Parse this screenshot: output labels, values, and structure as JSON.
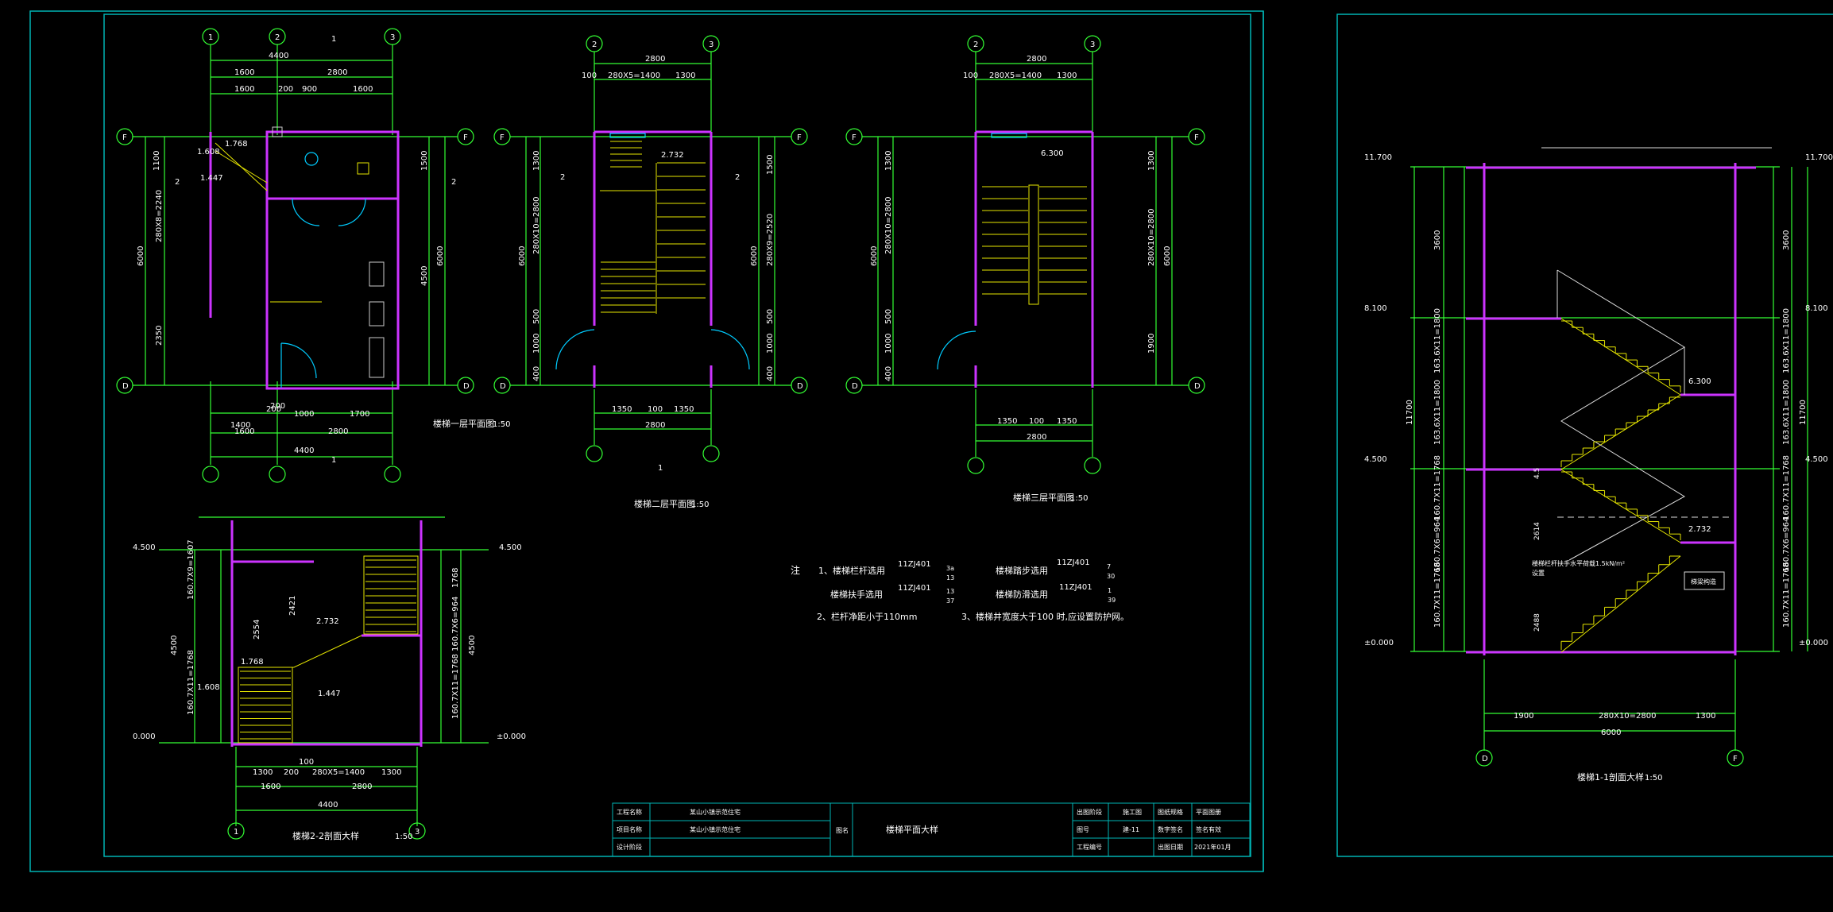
{
  "colors": {
    "background": "#000000",
    "frame": "#00c8c8",
    "dimension": "#33ff33",
    "wall": "#cc33ff",
    "stair": "#e6e600",
    "door": "#00c8ff",
    "text": "#ffffff",
    "axis": "#33ff33"
  },
  "plan1": {
    "title": "楼梯一层平面图",
    "scale": "1:50",
    "axes_top": [
      "1",
      "2",
      "3"
    ],
    "axes_side": [
      "F",
      "D"
    ],
    "dims_top": [
      "4400",
      "2800",
      "1600",
      "2800",
      "1600",
      "200",
      "900",
      "1600"
    ],
    "dims_bottom": [
      "1400",
      "200",
      "1000",
      "1700",
      "1600",
      "2800",
      "4400",
      "200"
    ],
    "dims_left": [
      "1100",
      "280X8=2240",
      "2350",
      "6000"
    ],
    "dims_right": [
      "1500",
      "4500",
      "6000"
    ],
    "levels": [
      "1.768",
      "1.608",
      "1.447"
    ],
    "section_marks": [
      "1",
      "2",
      "2",
      "1"
    ]
  },
  "plan2": {
    "title": "楼梯二层平面图",
    "scale": "1:50",
    "axes": [
      "2",
      "3"
    ],
    "axes_side": [
      "F",
      "D"
    ],
    "dims_top": [
      "2800",
      "280X5=1400",
      "1300",
      "100"
    ],
    "dims_bottom": [
      "1350",
      "100",
      "1350",
      "2800"
    ],
    "dims_left": [
      "1300",
      "280X10=2800",
      "500",
      "1000",
      "400",
      "6000"
    ],
    "dims_right": [
      "1500",
      "280X9=2520",
      "500",
      "1000",
      "400",
      "6000"
    ],
    "level": "2.732",
    "section_marks": [
      "2",
      "2",
      "1"
    ]
  },
  "plan3": {
    "title": "楼梯三层平面图",
    "scale": "1:50",
    "axes": [
      "2",
      "3"
    ],
    "axes_side": [
      "F",
      "D"
    ],
    "dims_top": [
      "2800",
      "280X5=1400",
      "1300",
      "100"
    ],
    "dims_bottom": [
      "1350",
      "100",
      "1350",
      "2800"
    ],
    "dims_left": [
      "1300",
      "280X10=2800",
      "500",
      "1000",
      "400",
      "6000"
    ],
    "dims_right": [
      "1300",
      "280X10=2800",
      "1900",
      "6000"
    ],
    "level": "6.300"
  },
  "section22": {
    "title": "楼梯2-2剖面大样",
    "scale": "1:50",
    "levels_left": [
      "4.500",
      "0.000"
    ],
    "levels_right": [
      "4.500",
      "±0.000"
    ],
    "dims_left": [
      "160.7X9=1607",
      "4500",
      "160.7X11=1768",
      "1.608"
    ],
    "dims_right": [
      "1768",
      "160.7X6=964",
      "4500",
      "160.7X11=1768"
    ],
    "dims_bottom": [
      "1300",
      "200",
      "280X5=1400",
      "1300",
      "1600",
      "2800",
      "4400",
      "100"
    ],
    "inner_levels": [
      "2.732",
      "1.768",
      "1.447"
    ],
    "inner_dims": [
      "2554",
      "2421"
    ],
    "axes": [
      "1",
      "3"
    ]
  },
  "notes": {
    "label": "注",
    "items": [
      {
        "text": "1、楼梯栏杆选用",
        "ref": "11ZJ401",
        "sym_top": "3a",
        "sym_bot": "13"
      },
      {
        "text": "楼梯踏步选用",
        "ref": "11ZJ401",
        "sym_top": "7",
        "sym_bot": "30"
      },
      {
        "text": "楼梯扶手选用",
        "ref": "11ZJ401",
        "sym_top": "13",
        "sym_bot": "37"
      },
      {
        "text": "楼梯防滑选用",
        "ref": "11ZJ401",
        "sym_top": "1",
        "sym_bot": "39"
      }
    ],
    "line2a": "2、栏杆净距小于",
    "line2b": "110mm",
    "line3a": "3、楼梯井宽度大于",
    "line3b": "100 时,应设置防护网。"
  },
  "title_block": {
    "project_label": "工程名称",
    "project_value": "某山小镇示范住宅",
    "item_label": "项目名称",
    "item_value": "某山小镇示范住宅",
    "stage_label": "设计阶段",
    "drawing_label": "图名",
    "drawing_name": "楼梯平面大样",
    "c1": "出图阶段",
    "c1v": "施工图",
    "c2": "图号",
    "c2v": "建-11",
    "c3": "工程编号",
    "d1": "图纸规格",
    "d1v": "平面图册",
    "d2": "数字签名",
    "d2v": "签名有效",
    "d3": "出图日期",
    "d3v": "2021年01月"
  },
  "section11": {
    "title": "楼梯1-1剖面大样",
    "scale": "1:50",
    "levels_left": [
      "11.700",
      "8.100",
      "4.500",
      "±0.000"
    ],
    "levels_right": [
      "11.700",
      "8.100",
      "4.500",
      "±0.000"
    ],
    "inner_levels": [
      "6.300",
      "2.732"
    ],
    "dims_left": [
      "3600",
      "163.6X11=1800",
      "11700",
      "163.6X11=1800",
      "160.7X11=1768",
      "160.7X6=964",
      "160.7X11=1768"
    ],
    "dims_right": [
      "3600",
      "163.6X11=1800",
      "11700",
      "163.6X11=1800",
      "160.7X11=1768",
      "160.7X6=964",
      "160.7X11=1768"
    ],
    "dims_bottom": [
      "1900",
      "280X10=2800",
      "1300",
      "6000"
    ],
    "axes": [
      "D",
      "F"
    ],
    "annotations": [
      "楼梯栏杆扶手水平荷载1.5kN/m²",
      "设置",
      "梯梁构造",
      "4.5",
      "2614",
      "2488"
    ]
  }
}
